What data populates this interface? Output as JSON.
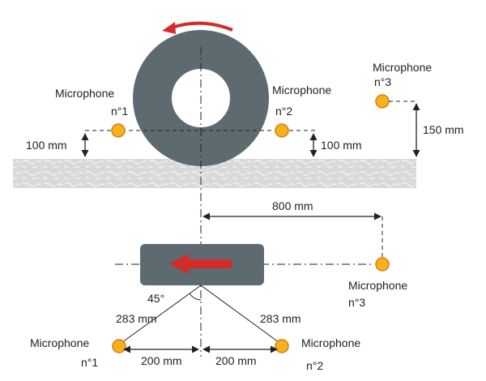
{
  "colors": {
    "tire": "#5d6b70",
    "arrow": "#d42a2a",
    "mic_fill": "#f5b21d",
    "mic_stroke": "#e07a10",
    "road": "#d9d9d9",
    "road_texture": "#f2f2f2",
    "line": "#222222"
  },
  "labels": {
    "top_mic1_word": "Microphone",
    "top_mic1_num": "n°1",
    "top_mic2_word": "Microphone",
    "top_mic2_num": "n°2",
    "top_mic3_word": "Microphone",
    "top_mic3_num": "n°3",
    "dim_left_100": "100 mm",
    "dim_right_100": "100 mm",
    "dim_150": "150 mm",
    "dim_800": "800 mm",
    "angle_45": "45°",
    "dist_283_left": "283 mm",
    "dist_283_right": "283 mm",
    "bottom_mic1_word": "Microphone",
    "bottom_mic1_num": "n°1",
    "bottom_mic2_word": "Microphone",
    "bottom_mic2_num": "n°2",
    "bottom_mic3_word": "Microphone",
    "bottom_mic3_num": "n°3",
    "dim_200_left": "200 mm",
    "dim_200_right": "200 mm"
  }
}
